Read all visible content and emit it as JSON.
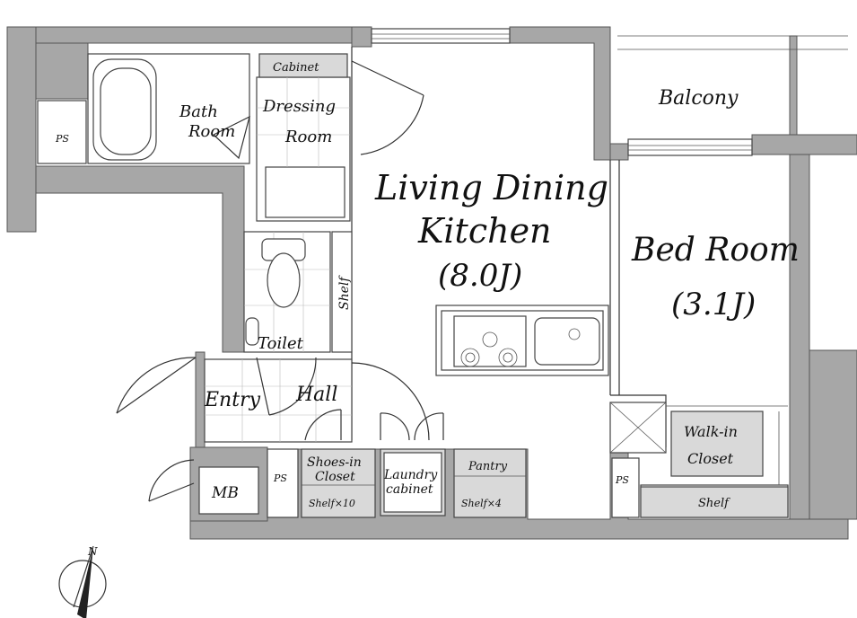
{
  "rooms": {
    "bath": [
      "Bath",
      "Room"
    ],
    "cabinet": "Cabinet",
    "dressing": [
      "Dressing",
      "Room"
    ],
    "balcony": "Balcony",
    "ldk": [
      "Living Dining",
      "Kitchen",
      "(8.0J)"
    ],
    "bed": [
      "Bed Room",
      "(3.1J)"
    ],
    "toilet": "Toilet",
    "shelf_toilet": "Shelf",
    "entry": "Entry",
    "hall": "Hall",
    "mb": "MB",
    "shoes": [
      "Shoes-in",
      "Closet",
      "Shelf×10"
    ],
    "laundry": [
      "Laundry",
      "cabinet"
    ],
    "pantry": [
      "Pantry",
      "Shelf×4"
    ],
    "walkin": [
      "Walk-in",
      "Closet"
    ],
    "shelf_bed": "Shelf"
  },
  "ps_labels": [
    "PS",
    "PS",
    "PS"
  ],
  "compass": {
    "north": "N"
  }
}
